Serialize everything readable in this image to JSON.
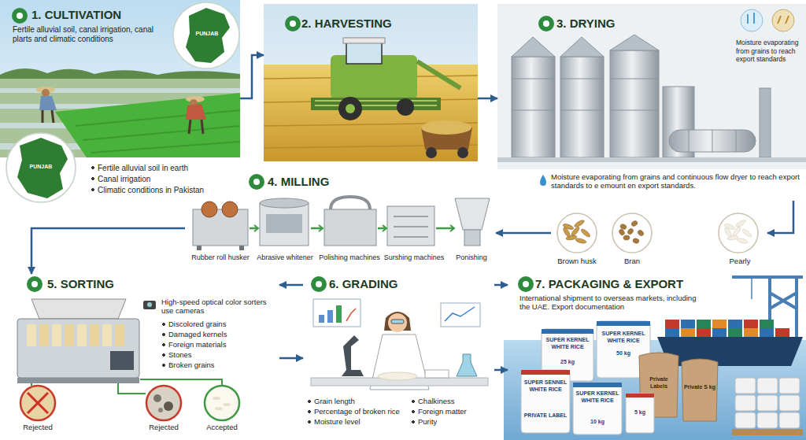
{
  "diagram": {
    "nodes": [
      {
        "text": [
          "1. CULTIVATION",
          "Fertile alluvial soil, canal irrigation, canal plarts and climatic conditions",
          "Fertile alluvial soil in earth",
          "Canal irrigation",
          "Climatic conditions in Pakistan"
        ]
      },
      {
        "text": [
          "2. HARVESTING"
        ]
      },
      {
        "text": [
          "3. DRYING",
          "Moisture evaporating from grains to reach export standards",
          "Moisture evaporating from grains and continuous flow dryer to reach export standards to e emount en export standards."
        ]
      },
      {
        "text": [
          "4. MILLING",
          "Rubber roll husker",
          "Abrasive whitener",
          "Polishing machines",
          "Surshing machines",
          "Ponishing"
        ]
      },
      {
        "text": [
          "Brown husk"
        ]
      },
      {
        "text": [
          "Bran"
        ]
      },
      {
        "text": [
          "Pearly"
        ]
      },
      {
        "text": [
          "5. SORTING",
          "High-speed optical color sorters use cameras",
          "Discolored grains",
          "Damaged kernels",
          "Foreign materials",
          "Stones",
          "Broken grains"
        ]
      },
      {
        "text": [
          "6. GRADING",
          "Grain length",
          "Percentage of broken rice",
          "Moisture level",
          "Chalkiness",
          "Foreign matter",
          "Purity"
        ]
      },
      {
        "text": [
          "7. PACKAGING & EXPORT",
          "International shipment to overseas markets, including the UAE. Export documentation"
        ]
      }
    ],
    "edges": [
      {
        "from": 0,
        "to": 1,
        "arrow": "to"
      },
      {
        "from": 1,
        "to": 2,
        "arrow": "to"
      },
      {
        "from": 2,
        "to": 6,
        "arrow": "to"
      },
      {
        "from": 4,
        "to": 3,
        "arrow": "to"
      },
      {
        "from": 3,
        "to": 7,
        "arrow": "to"
      },
      {
        "from": 7,
        "to": 8,
        "arrow": "to"
      },
      {
        "from": 8,
        "to": 7,
        "arrow": "to"
      },
      {
        "from": 8,
        "to": 9,
        "arrow": "to"
      },
      {
        "from": 8,
        "to": 9,
        "arrow": "to"
      }
    ],
    "labels": [
      "PUNJAB",
      "PUNJAB",
      "Rejected",
      "Rejected",
      "Accepted",
      "SUPER KERNEL WHITE RICE",
      "25 kg",
      "SUPER KERNEL WHITE RICE",
      "50 kg",
      "SUPER SENNEL WHITE RICE",
      "PRIVATE LABEL",
      "SUPER KERNEL WHITE RICE",
      "10 kg",
      "5 kg",
      "Private Labels",
      "Private S kg"
    ]
  }
}
